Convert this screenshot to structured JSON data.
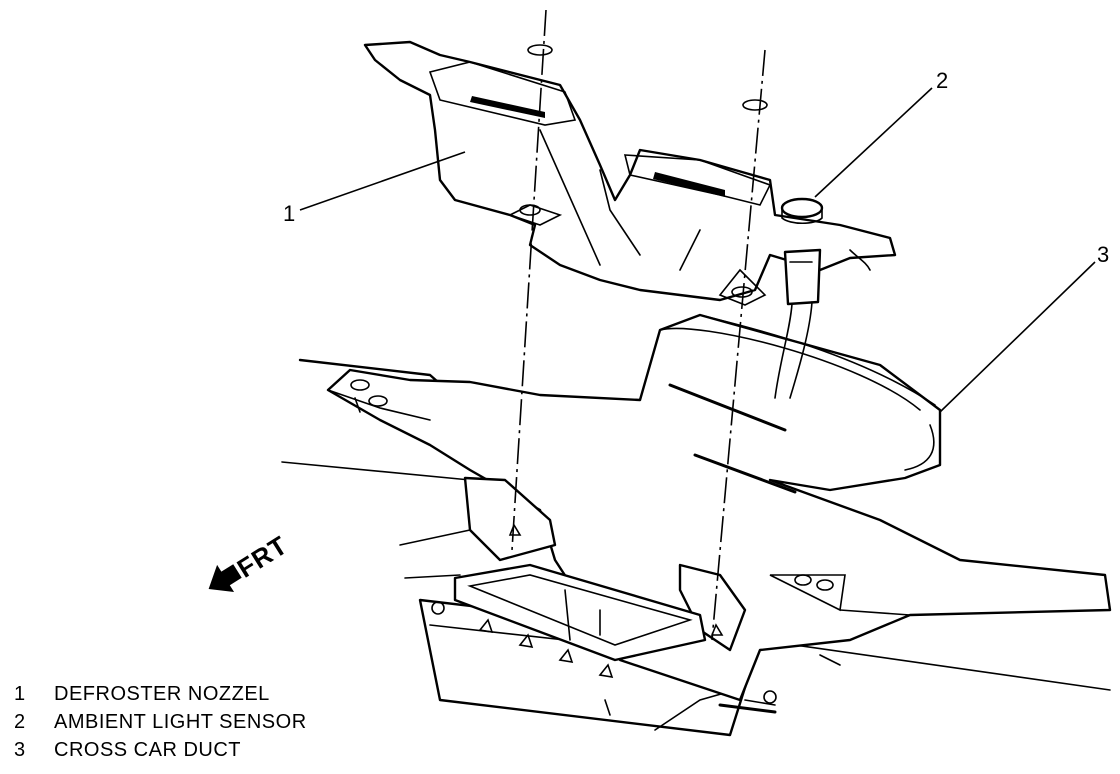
{
  "callouts": [
    {
      "number": "1",
      "label": "DEFROSTER NOZZEL"
    },
    {
      "number": "2",
      "label": "AMBIENT LIGHT SENSOR"
    },
    {
      "number": "3",
      "label": "CROSS CAR DUCT"
    }
  ],
  "direction_label": "FRT"
}
